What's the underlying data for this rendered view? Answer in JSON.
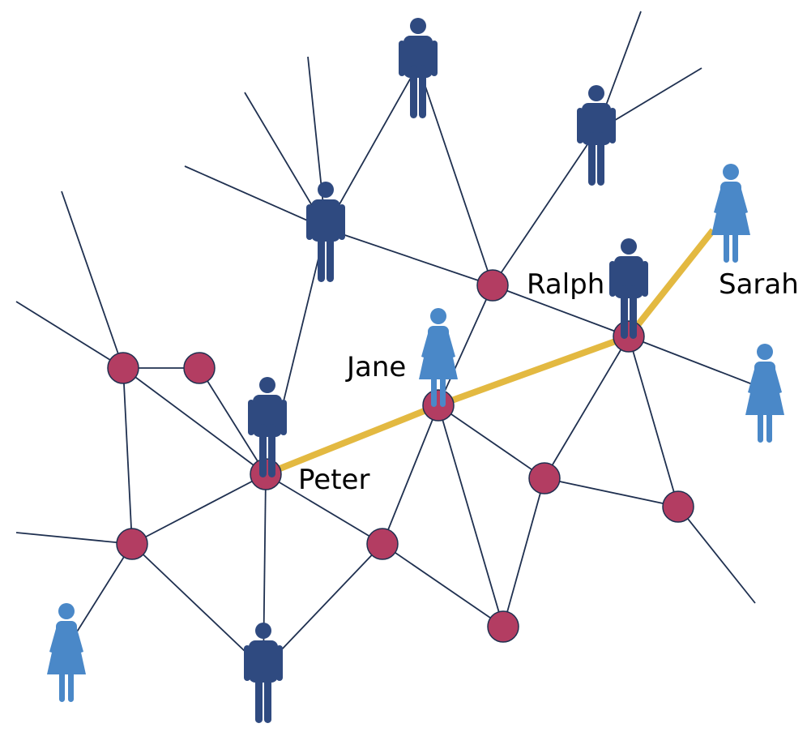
{
  "diagram": {
    "colors": {
      "edge": "#1f3050",
      "node_fill": "#b33d62",
      "node_stroke": "#1f3050",
      "path": "#e3b941",
      "man": "#2f4a80",
      "woman": "#4a88c8",
      "label": "#000000"
    },
    "labels": {
      "peter": "Peter",
      "jane": "Jane",
      "ralph": "Ralph",
      "sarah": "Sarah"
    },
    "icons": {
      "man": "man-icon",
      "woman": "woman-icon"
    }
  }
}
